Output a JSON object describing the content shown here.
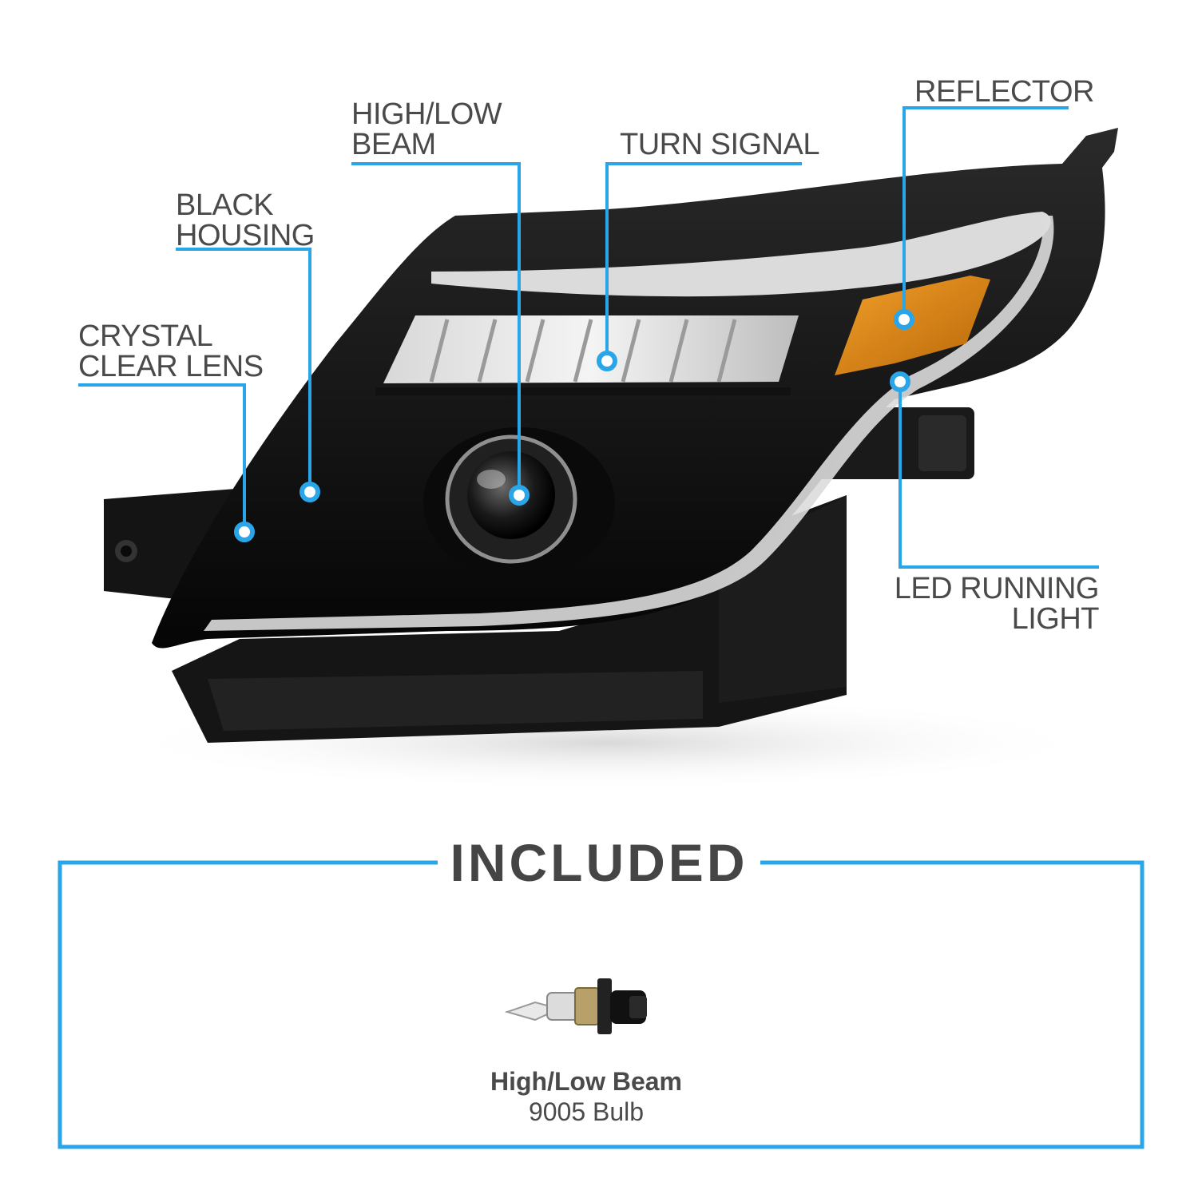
{
  "callouts": {
    "crystal_clear_lens": [
      "CRYSTAL",
      "CLEAR LENS"
    ],
    "black_housing": [
      "BLACK",
      "HOUSING"
    ],
    "high_low_beam": [
      "HIGH/LOW",
      "BEAM"
    ],
    "turn_signal": [
      "TURN SIGNAL"
    ],
    "reflector": [
      "REFLECTOR"
    ],
    "led_running_light": [
      "LED RUNNING",
      "LIGHT"
    ]
  },
  "included": {
    "title": "INCLUDED",
    "item_name": "High/Low Beam",
    "item_desc": "9005 Bulb"
  },
  "colors": {
    "accent": "#2aa6e8",
    "text": "#4a4a4a",
    "amber": "#e08a10",
    "housing": "#0d0d0d"
  },
  "icons": [
    "headlight-image",
    "bulb-image"
  ]
}
